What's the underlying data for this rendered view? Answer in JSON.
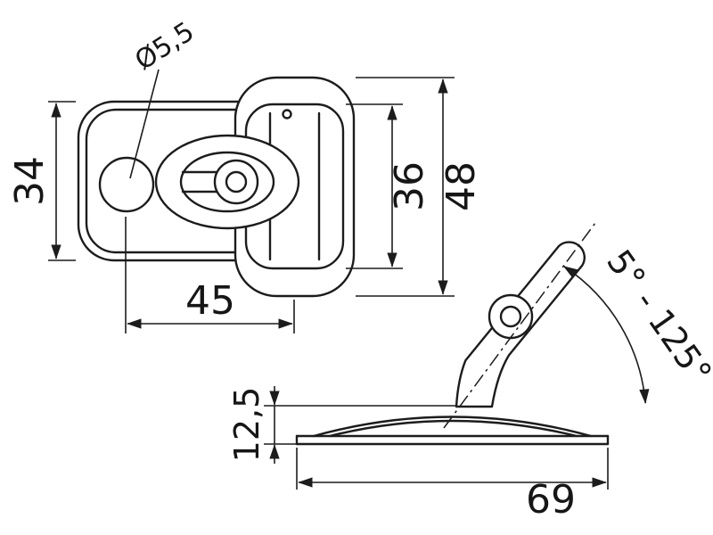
{
  "colors": {
    "line": "#1c1c1c",
    "background": "#ffffff",
    "text": "#161616"
  },
  "dimensions": {
    "hole_diameter": "Ø5,5",
    "body_width": "34",
    "bail_inner": "36",
    "bail_outer": "48",
    "hole_offset": "45",
    "base_height": "12,5",
    "base_length": "69",
    "angle_range": "5° - 125°"
  }
}
